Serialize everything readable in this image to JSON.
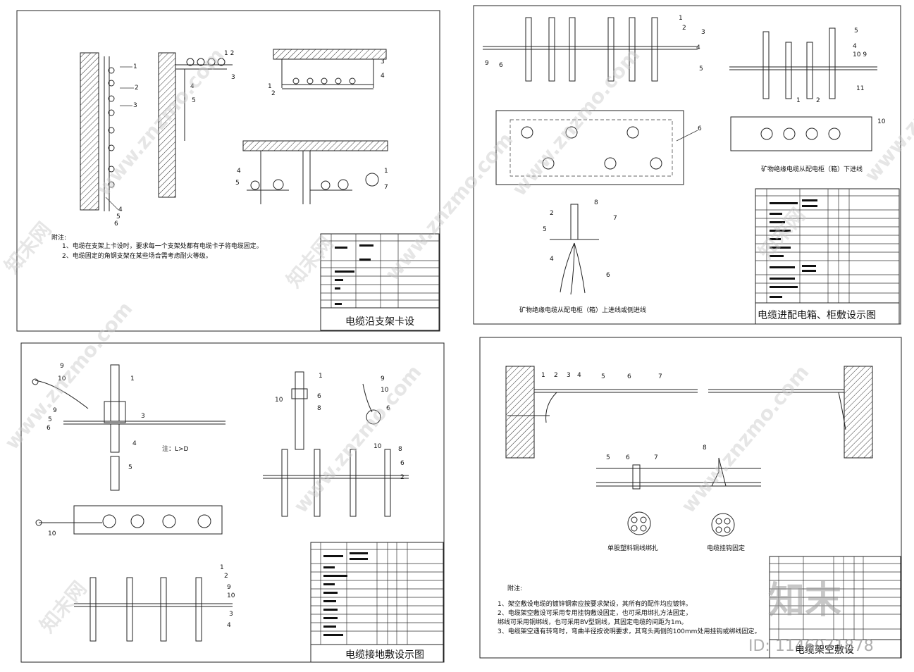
{
  "panels": {
    "tl": {
      "caption": "电缆沿支架卡设",
      "notes_head": "附注:",
      "notes": [
        "1、电缆在支架上卡设时，要求每一个支架处都有电缆卡子将电缆固定。",
        "2、电缆固定的角钢支架在某些场合需考虑耐火等级。"
      ]
    },
    "tr": {
      "caption": "电缆进配电箱、柜敷设示图",
      "sub1": "矿物绝缘电缆从配电柜（箱）下进线",
      "sub2": "矿物绝缘电缆从配电柜（箱）上进线或侧进线"
    },
    "bl": {
      "caption": "电缆接地敷设示图",
      "note": "注：L>D"
    },
    "br": {
      "caption": "电缆架空敷设",
      "sub1": "单股塑料铜线绑扎",
      "sub2": "电缆挂钩固定",
      "notes_head": "附注:",
      "notes": [
        "1、架空敷设电缆的镀锌钢索应按要求架设，其所有的配件均应镀锌。",
        "2、电缆架空敷设可采用专用挂钩敷设固定，也可采用绑扎方法固定，",
        "   绑线可采用铜绑线，也可采用BV型铜线，其固定电缆的间距为1m。",
        "3、电缆架空遇有转弯时，弯曲半径按说明要求，其弯头两侧的100mm处用挂钩或绑线固定。"
      ]
    }
  },
  "watermarks": {
    "site": "www.znzmo.com",
    "brand": "知末网",
    "logo": "知末",
    "id": "ID: 1146071878"
  }
}
